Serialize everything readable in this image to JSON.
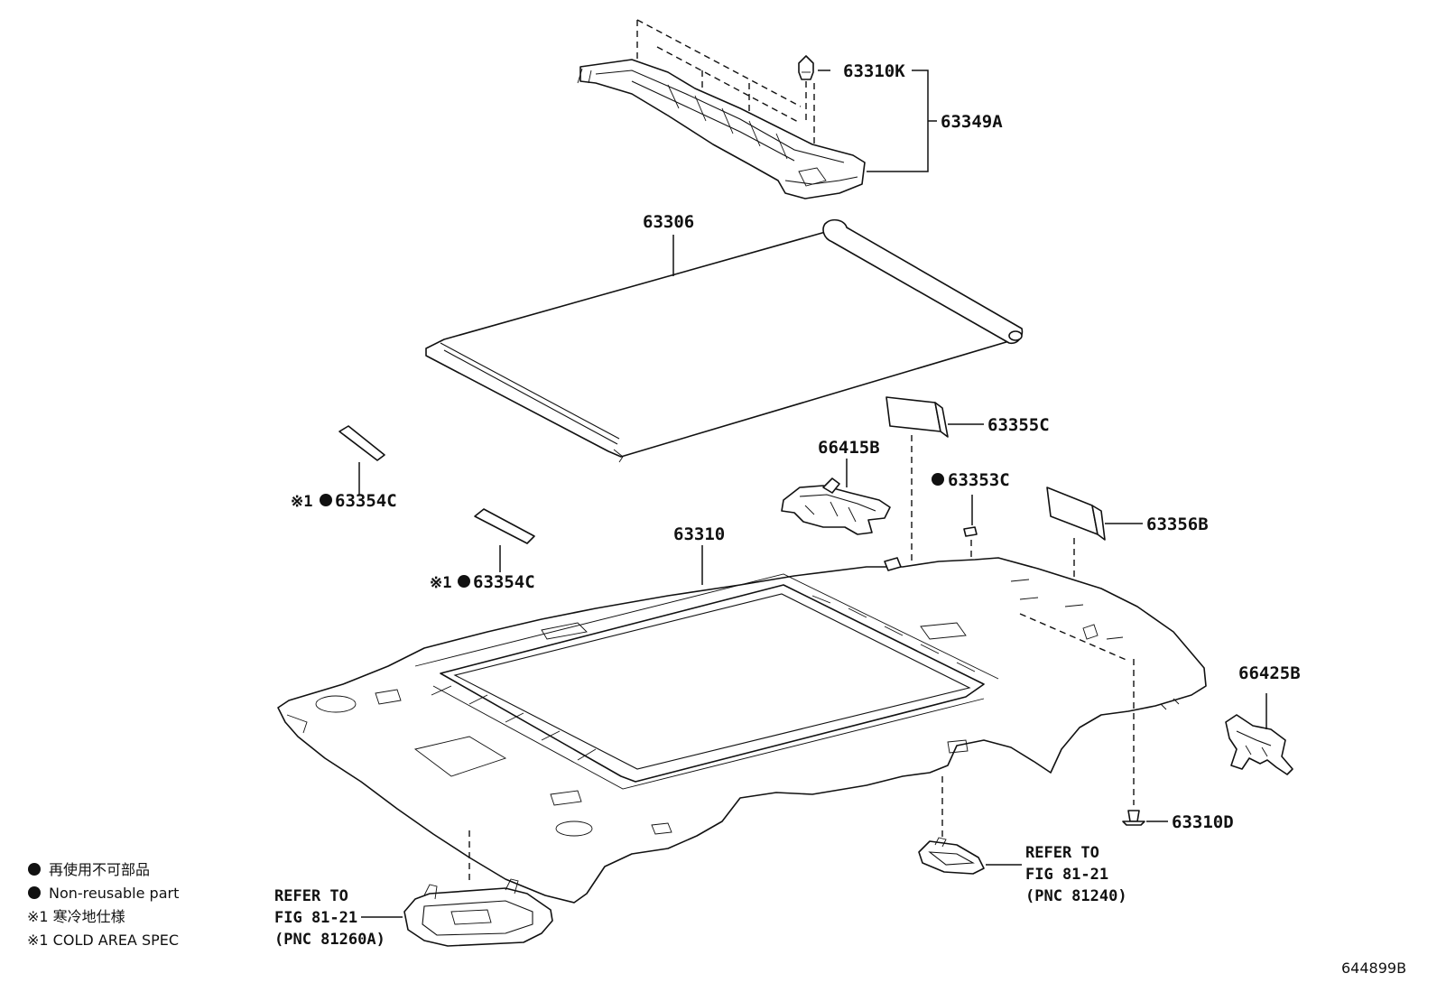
{
  "parts": {
    "p63310K": "63310K",
    "p63349A": "63349A",
    "p63306": "63306",
    "p63355C": "63355C",
    "p66415B": "66415B",
    "p63353C": "63353C",
    "p63356B": "63356B",
    "p63354C_a": "63354C",
    "p63354C_b": "63354C",
    "p63310": "63310",
    "p66425B": "66425B",
    "p63310D": "63310D"
  },
  "marks": {
    "cold_area_prefix": "※1"
  },
  "refs": {
    "left": {
      "line1": "REFER TO",
      "line2": "FIG 81-21",
      "line3": "(PNC 81260A)"
    },
    "right": {
      "line1": "REFER TO",
      "line2": "FIG 81-21",
      "line3": "(PNC 81240)"
    }
  },
  "legend": {
    "nonreusable_ja": "再使用不可部品",
    "nonreusable_en": "Non-reusable part",
    "cold_ja": "※1 寒冷地仕様",
    "cold_en": "※1 COLD AREA SPEC"
  },
  "diagram_id": "644899B"
}
